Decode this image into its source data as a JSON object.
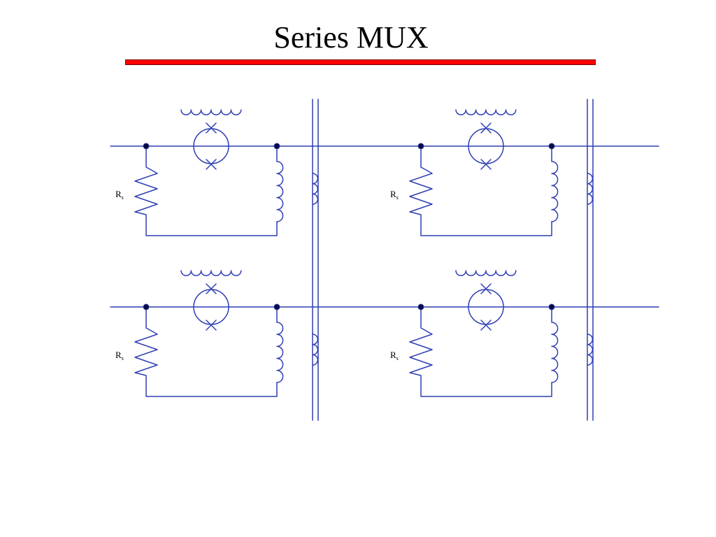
{
  "slide": {
    "title": "Series MUX"
  },
  "colors": {
    "title_rule": "#ff0000",
    "wire": "#2f3fb4",
    "node": "#0a0a3c",
    "label": "#000000"
  },
  "diagram": {
    "resistor_label": "R",
    "resistor_subscript": "s",
    "cells": [
      {
        "row": 1,
        "column": 1
      },
      {
        "row": 1,
        "column": 2
      },
      {
        "row": 2,
        "column": 1
      },
      {
        "row": 2,
        "column": 2
      }
    ]
  }
}
